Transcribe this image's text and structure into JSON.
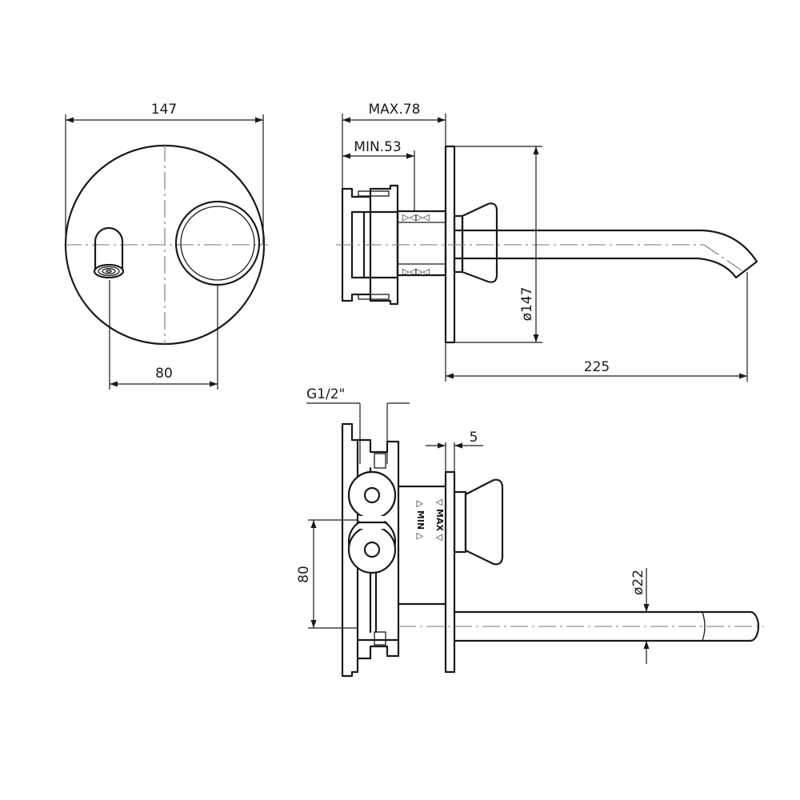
{
  "drawing": {
    "front_view": {
      "width_label": "147",
      "spacing_label": "80"
    },
    "side_view": {
      "max_depth_label": "MAX.78",
      "min_depth_label": "MIN.53",
      "plate_diameter_label": "ø147",
      "spout_length_label": "225"
    },
    "top_view": {
      "thread_label": "G1/2\"",
      "plate_thickness_label": "5",
      "spacing_label": "80",
      "spout_diameter_label": "ø22",
      "min_marker": "△ MIN △",
      "max_marker": "▽ MAX ▽"
    }
  }
}
